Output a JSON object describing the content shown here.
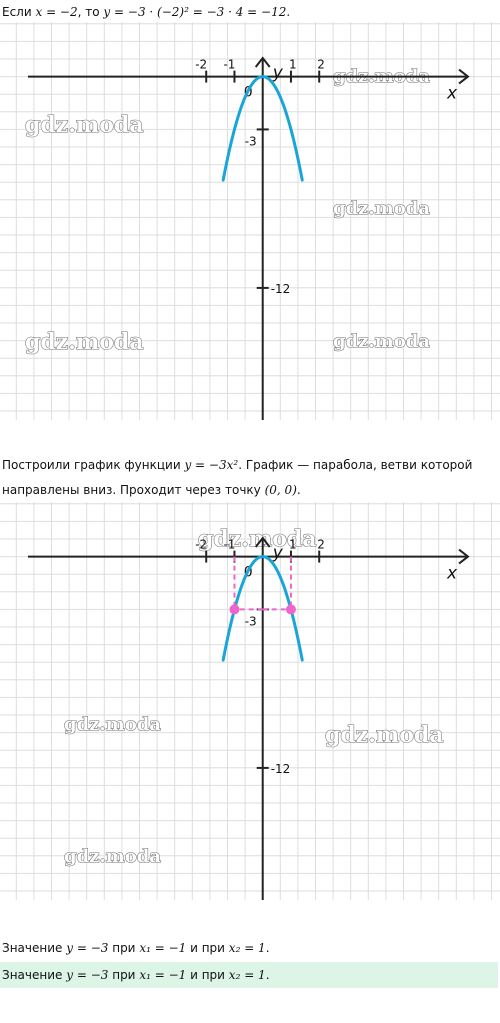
{
  "text": {
    "line1": {
      "prefix": "Если",
      "x_expr": "x = −2",
      "sep": ", то",
      "y_expr": "y = −3 · (−2)² = −3 · 4 = −12."
    },
    "line2": {
      "prefix": "Построили график функции",
      "formula": "y = −3x²",
      "suffix": ". График — парабола, ветви которой"
    },
    "line3": {
      "prefix": "направлены вниз. Проходит через точку",
      "point": "(0,  0)",
      "suffix": "."
    },
    "line4": {
      "prefix": "Значение",
      "y_expr": "y = −3",
      "mid1": "при",
      "x1": "x₁ = −1",
      "mid2": "и при",
      "x2": "x₂ = 1",
      "suffix": "."
    },
    "line5": {
      "prefix": "Значение",
      "y_expr": "y = −3",
      "mid1": "при",
      "x1": "x₁ = −1",
      "mid2": "и при",
      "x2": "x₂ = 1",
      "suffix": "."
    }
  },
  "watermark": "gdz.moda",
  "colors": {
    "grid": "#dedede",
    "axis": "#222222",
    "curve": "#1aa5d8",
    "point": "#ee66cc",
    "highlight": "#dcf5e7"
  },
  "chart_data": [
    {
      "type": "line",
      "function": "y = -3x^2",
      "xlabel": "x",
      "ylabel": "y",
      "x_ticks": [
        {
          "value": -2,
          "label": "-2"
        },
        {
          "value": -1,
          "label": "-1"
        },
        {
          "value": 1,
          "label": "1"
        },
        {
          "value": 2,
          "label": "2"
        }
      ],
      "y_ticks": [
        {
          "value": -3,
          "label": "-3"
        },
        {
          "value": -12,
          "label": "-12"
        }
      ],
      "origin_label": "0",
      "xlim": [
        -9.3,
        8.4
      ],
      "ylim": [
        -19.5,
        3.1
      ],
      "curve_x_range": [
        -1.4,
        1.4
      ],
      "grid": true,
      "series": [
        {
          "x": [
            -1.4,
            -1.2,
            -1,
            -0.8,
            -0.6,
            -0.4,
            -0.2,
            0,
            0.2,
            0.4,
            0.6,
            0.8,
            1,
            1.2,
            1.4
          ],
          "y": [
            -5.88,
            -4.32,
            -3,
            -1.92,
            -1.08,
            -0.48,
            -0.12,
            0,
            -0.12,
            -0.48,
            -1.08,
            -1.92,
            -3,
            -4.32,
            -5.88
          ]
        }
      ],
      "highlighted_points": []
    },
    {
      "type": "line",
      "function": "y = -3x^2",
      "xlabel": "x",
      "ylabel": "y",
      "x_ticks": [
        {
          "value": -2,
          "label": "-2"
        },
        {
          "value": -1,
          "label": "-1"
        },
        {
          "value": 1,
          "label": "1"
        },
        {
          "value": 2,
          "label": "2"
        }
      ],
      "y_ticks": [
        {
          "value": -3,
          "label": "-3"
        },
        {
          "value": -12,
          "label": "-12"
        }
      ],
      "origin_label": "0",
      "xlim": [
        -9.3,
        8.4
      ],
      "ylim": [
        -19.5,
        3.1
      ],
      "curve_x_range": [
        -1.4,
        1.4
      ],
      "grid": true,
      "series": [
        {
          "x": [
            -1.4,
            -1.2,
            -1,
            -0.8,
            -0.6,
            -0.4,
            -0.2,
            0,
            0.2,
            0.4,
            0.6,
            0.8,
            1,
            1.2,
            1.4
          ],
          "y": [
            -5.88,
            -4.32,
            -3,
            -1.92,
            -1.08,
            -0.48,
            -0.12,
            0,
            -0.12,
            -0.48,
            -1.08,
            -1.92,
            -3,
            -4.32,
            -5.88
          ]
        }
      ],
      "highlighted_points": [
        {
          "x": -1,
          "y": -3
        },
        {
          "x": 1,
          "y": -3
        }
      ]
    }
  ]
}
